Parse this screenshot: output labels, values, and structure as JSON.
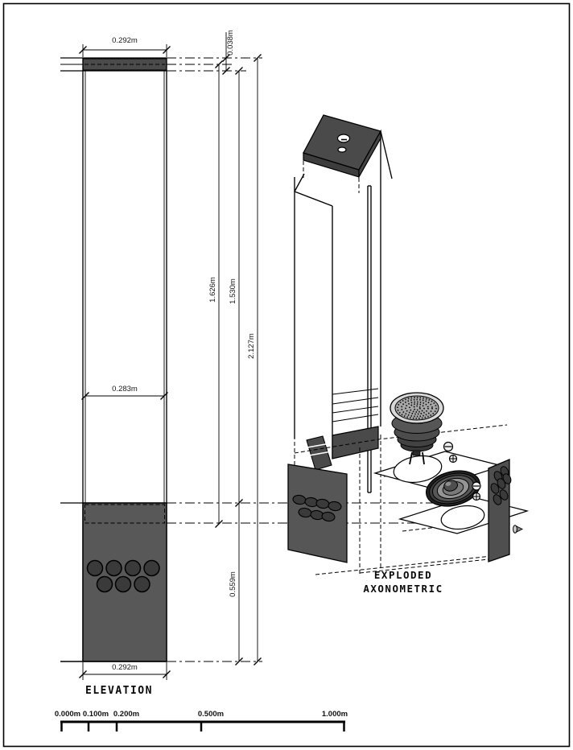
{
  "page": {
    "background": "#ffffff",
    "border_color": "#000000"
  },
  "elevation": {
    "title": "ELEVATION",
    "dimensions": {
      "top_width": "0.292m",
      "cap_thickness": "0.038m",
      "upper_height": "1.626m",
      "mid_height": "1.530m",
      "total_height": "2.127m",
      "inner_width": "0.283m",
      "base_height": "0.559m",
      "bottom_width": "0.292m"
    },
    "port_count": 7
  },
  "axonometric": {
    "title_line1": "EXPLODED",
    "title_line2": "AXONOMETRIC"
  },
  "scale_bar": {
    "labels": [
      "0.000m",
      "0.100m",
      "0.200m",
      "0.500m",
      "1.000m"
    ]
  },
  "colors": {
    "panel_dark": "#4a4a4a",
    "panel_mid": "#585858",
    "hole_dark": "#3a3a3a",
    "line": "#000000"
  }
}
